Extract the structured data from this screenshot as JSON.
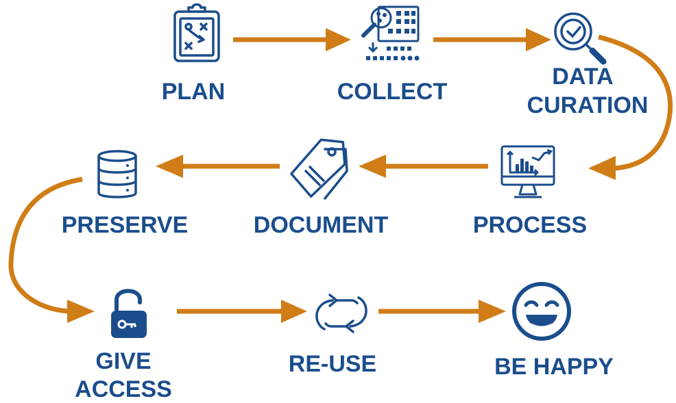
{
  "colors": {
    "arrow": "#d07d17",
    "icon": "#1b4d8c",
    "label": "#1b4d8c"
  },
  "steps": [
    {
      "id": "plan",
      "label": "PLAN",
      "icon": "clipboard-strategy-icon"
    },
    {
      "id": "collect",
      "label": "COLLECT",
      "icon": "data-collection-icon"
    },
    {
      "id": "curation",
      "label_lines": [
        "DATA",
        "CURATION"
      ],
      "icon": "magnifier-check-icon"
    },
    {
      "id": "process",
      "label": "PROCESS",
      "icon": "monitor-chart-icon"
    },
    {
      "id": "document",
      "label": "DOCUMENT",
      "icon": "tag-icon"
    },
    {
      "id": "preserve",
      "label": "PRESERVE",
      "icon": "database-icon"
    },
    {
      "id": "access",
      "label_lines": [
        "GIVE",
        "ACCESS"
      ],
      "icon": "open-lock-icon"
    },
    {
      "id": "reuse",
      "label": "RE-USE",
      "icon": "recycle-arrows-icon"
    },
    {
      "id": "happy",
      "label": "BE HAPPY",
      "icon": "happy-face-icon"
    }
  ]
}
